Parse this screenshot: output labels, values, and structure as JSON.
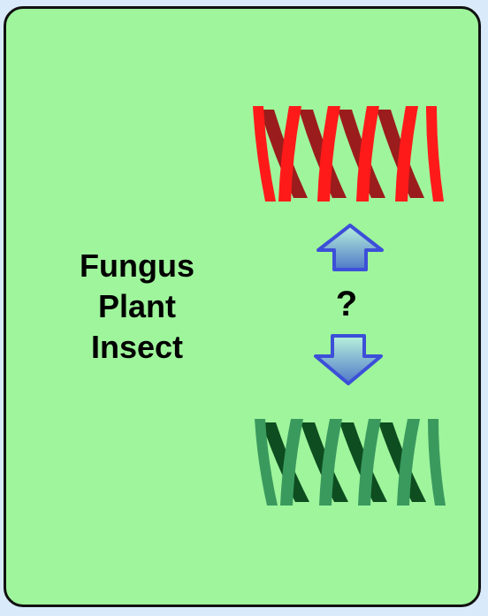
{
  "diagram": {
    "organisms": [
      "Fungus",
      "Plant",
      "Insect"
    ],
    "question_label": "?",
    "colors": {
      "background": "#d9ebfa",
      "panel_fill": "#9ff59c",
      "panel_border": "#111111",
      "top_helix_front": "#ff1a1a",
      "top_helix_back": "#9b1c1c",
      "bottom_helix_front": "#3a9a5e",
      "bottom_helix_back": "#0d4d1f",
      "arrow_outline": "#3c4fd8",
      "arrow_fill_light": "#b8f2dc",
      "arrow_fill_dark": "#4f78c8"
    }
  }
}
